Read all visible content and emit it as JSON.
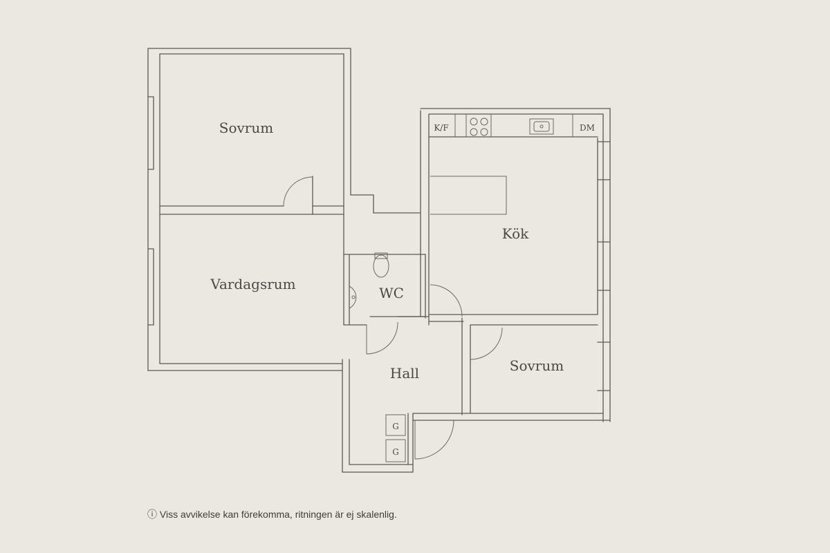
{
  "rooms": {
    "sovrum_top": "Sovrum",
    "vardagsrum": "Vardagsrum",
    "kok": "Kök",
    "wc": "WC",
    "hall": "Hall",
    "sovrum_right": "Sovrum"
  },
  "fixtures": {
    "fridge_freezer": "K/F",
    "dishwasher": "DM",
    "closet_upper": "G",
    "closet_lower": "G"
  },
  "icons": {
    "info": "info-icon",
    "stove": "stove-icon",
    "sink": "sink-icon",
    "toilet": "toilet-icon",
    "washbasin": "washbasin-icon"
  },
  "disclaimer": "Viss avvikelse kan förekomma, ritningen är ej skalenlig."
}
